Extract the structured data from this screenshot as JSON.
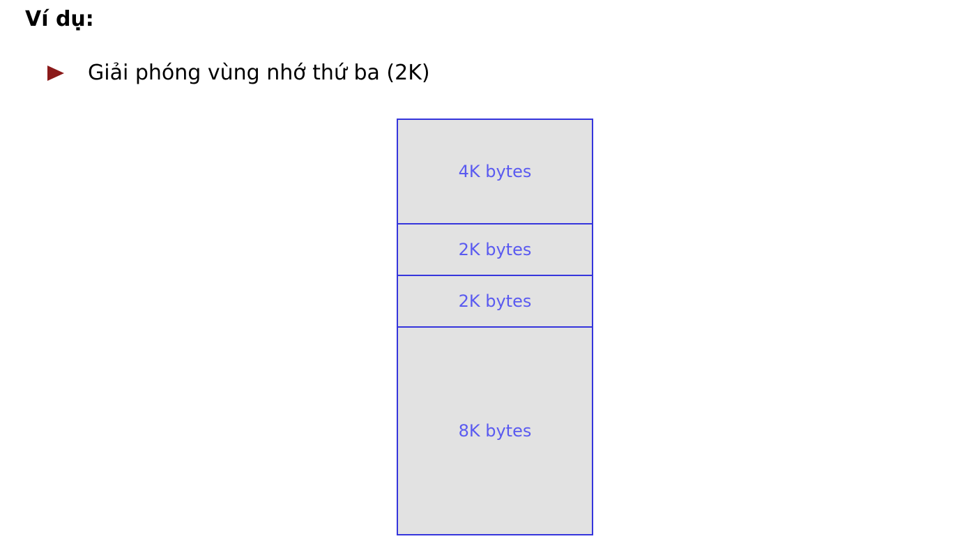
{
  "heading": "Ví dụ:",
  "bullet": {
    "icon": "triangle-bullet-icon",
    "color": "#8b1a1a",
    "text": "Giải phóng vùng nhớ thứ ba (2K)"
  },
  "diagram": {
    "border_color": "#3535dc",
    "fill_color": "#e2e2e2",
    "label_color": "#5a5af0",
    "blocks": [
      {
        "label": "4K bytes",
        "size_kb": 4
      },
      {
        "label": "2K bytes",
        "size_kb": 2
      },
      {
        "label": "2K bytes",
        "size_kb": 2
      },
      {
        "label": "8K bytes",
        "size_kb": 8
      }
    ]
  }
}
